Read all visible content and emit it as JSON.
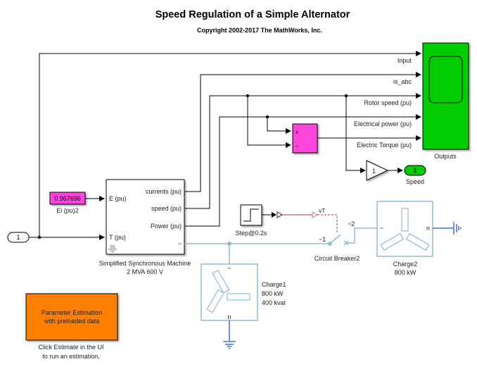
{
  "header": {
    "title": "Speed Regulation of a Simple Alternator",
    "copyright": "Copyright 2002-2017 The MathWorks, Inc."
  },
  "blocks": {
    "inport": {
      "label": "1"
    },
    "constant": {
      "value": "0.967696",
      "name": "Ei (pu)2",
      "color": "#ff44dd"
    },
    "machine": {
      "name_line1": "Simplified Synchronous Machine",
      "name_line2": "2 MVA 600 V",
      "ports_in": [
        "E (pu)",
        "T (pu)"
      ],
      "ports_out": [
        "currents (pu)",
        "speed (pu)",
        "Power (pu)",
        "~"
      ]
    },
    "divide": {
      "ports": [
        "x",
        "÷"
      ],
      "color": "#ff44dd"
    },
    "gain": {
      "value": "1"
    },
    "outport": {
      "label": "1",
      "name": "Speed",
      "color": "#00cc00"
    },
    "scope": {
      "name": "Outputs",
      "color": "#00cc00"
    },
    "step": {
      "name": "Step@0.2s",
      "goto_tag": "vT"
    },
    "breaker": {
      "name": "Circuit Breaker2",
      "port1": "~1",
      "port2": "~2"
    },
    "charge1": {
      "name": "Charge1",
      "line2": "800 kW",
      "line3": "400 kvar",
      "port_top": "~",
      "port_bottom": "n"
    },
    "charge2": {
      "name": "Charge2",
      "line2": "800 kW",
      "port_left": "~",
      "port_right": "n"
    },
    "estimation": {
      "line1": "Parameter Estimation",
      "line2": "with preloaded data",
      "color": "#ff8000",
      "caption1": "Click Estimate in the UI",
      "caption2": "to run an estimation."
    }
  },
  "signals": {
    "input": "Input",
    "is_abc": "is_abc",
    "rotor_speed": "Rotor speed (pu)",
    "electrical_power": "Electrical power (pu)",
    "electric_torque": "Electric Torque (pu)"
  }
}
